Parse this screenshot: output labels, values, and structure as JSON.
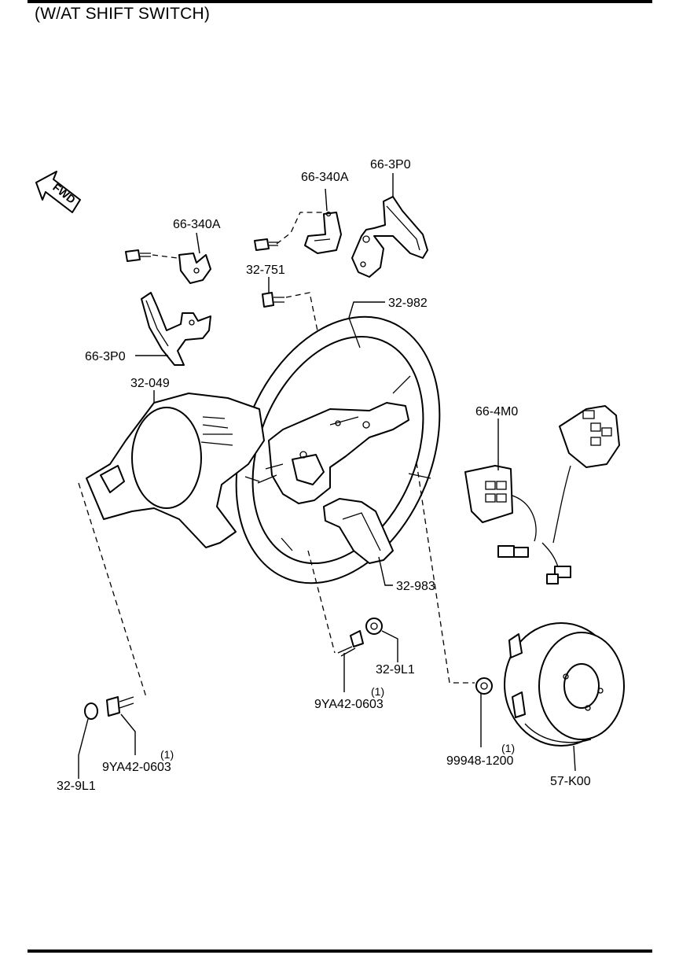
{
  "header": {
    "title": "(W/AT SHIFT SWITCH)"
  },
  "fwd_arrow": {
    "label": "FWD"
  },
  "callouts": {
    "bracket_left": "66-340A",
    "bracket_right": "66-340A",
    "paddle_left": "66-3P0",
    "paddle_right": "66-3P0",
    "screw": "32-751",
    "wheel_rim": "32-982",
    "cover": "32-049",
    "switch_assy": "66-4M0",
    "lower_trim": "32-983",
    "nut_center": "32-9L1",
    "bolt_center": "9YA42-0603",
    "bolt_center_qty": "(1)",
    "nut_left": "32-9L1",
    "bolt_left": "9YA42-0603",
    "bolt_left_qty": "(1)",
    "nut_airbag": "99948-1200",
    "nut_airbag_qty": "(1)",
    "airbag": "57-K00"
  }
}
